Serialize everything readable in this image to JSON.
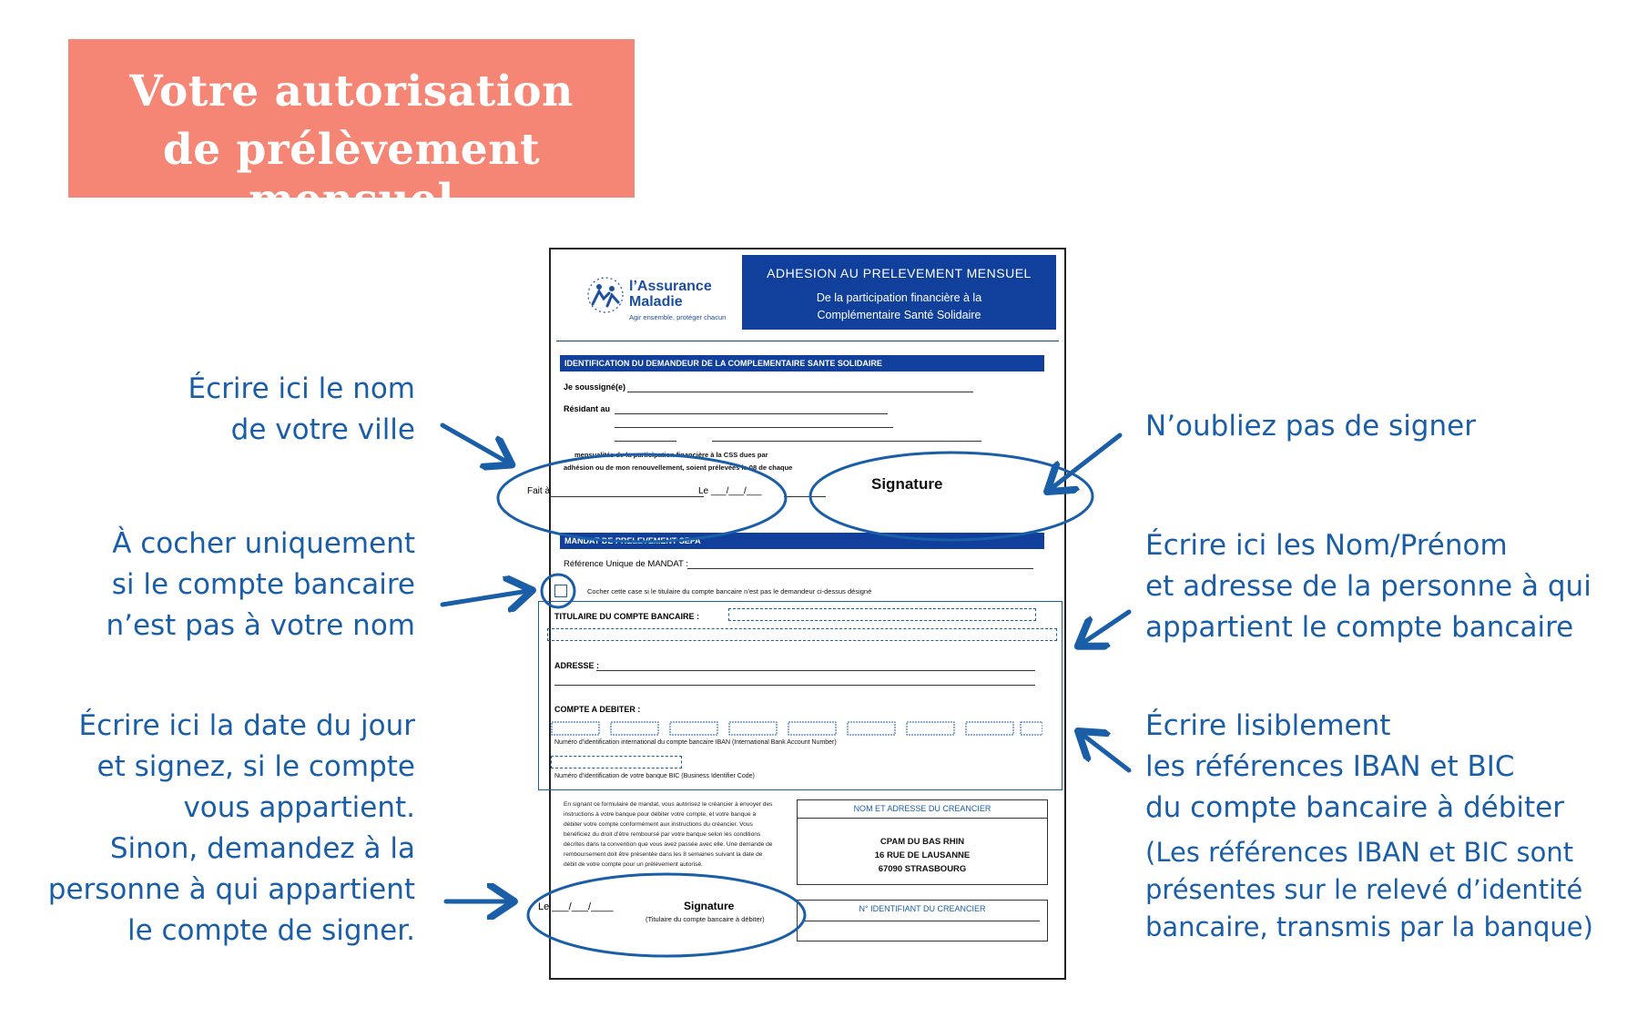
{
  "title": {
    "line1": "Votre autorisation",
    "line2": "de prélèvement mensuel"
  },
  "left_notes": {
    "ville": [
      "Écrire ici le nom",
      "de votre ville"
    ],
    "cocher": [
      "À cocher uniquement",
      "si le compte bancaire",
      "n’est pas à votre nom"
    ],
    "date": [
      "Écrire ici la date du jour",
      "et signez, si le compte",
      "vous appartient.",
      "Sinon, demandez à la",
      "personne à qui appartient",
      "le compte de signer."
    ]
  },
  "right_notes": {
    "signer": "N’oubliez pas de signer",
    "titulaire": [
      "Écrire ici les Nom/Prénom",
      "et adresse de la personne à qui",
      "appartient le compte bancaire"
    ],
    "iban": [
      "Écrire lisiblement",
      "les références IBAN et BIC",
      "du compte bancaire à débiter"
    ],
    "iban_sub": [
      "(Les références IBAN et BIC sont",
      "présentes sur le relevé d’identité",
      "bancaire, transmis par la banque)"
    ]
  },
  "colors": {
    "accent": "#1a5ea8",
    "title_bg": "#f58675",
    "form_blue": "#103f9c"
  },
  "form": {
    "logo": {
      "name1": "l’Assurance",
      "name2": "Maladie",
      "tagline": "Agir ensemble, protéger chacun",
      "icon": "assurance-maladie-logo-icon"
    },
    "header_title": "ADHESION AU PRELEVEMENT MENSUEL",
    "header_sub1": "De la participation financière à la",
    "header_sub2": "Complémentaire Santé Solidaire",
    "section1": "IDENTIFICATION DU DEMANDEUR DE LA COMPLEMENTAIRE SANTE SOLIDAIRE",
    "soussigne": "Je soussigné(e)",
    "resident": "Résidant au",
    "mensualites1": "mensualités de la participation financière à la CSS dues par",
    "mensualites2": "adhésion ou de mon renouvellement, soient prélevées le 08 de chaque",
    "fait_a": "Fait à",
    "le": "Le ___/___/___",
    "signature": "Signature",
    "section2": "MANDAT DE PRELEVEMENT SEPA",
    "rum": "Référence Unique de MANDAT :",
    "cocher_text": "Cocher cette case si le titulaire du compte bancaire n’est pas le demandeur ci-dessus désigné",
    "titulaire": "TITULAIRE DU COMPTE BANCAIRE :",
    "adresse": "ADRESSE :",
    "compte": "COMPTE A DEBITER :",
    "iban_caption": "Numéro d’identification international du compte bancaire IBAN (International Bank Account Number)",
    "bic_caption": "Numéro d’identification de votre banque BIC (Business Identifier Code)",
    "mandat_text": [
      "En signant ce formulaire de mandat, vous autorisez le créancier à envoyer des",
      "instructions à votre banque pour débiter votre compte, et votre banque à",
      "débiter votre compte conformément aux instructions du créancier. Vous",
      "bénéficiez du droit d’être remboursé par votre banque selon les conditions",
      "décrites dans la convention que vous avez passée avec elle. Une demande de",
      "remboursement doit être présentée dans les 8 semaines suivant la date de",
      "débit de votre compte pour un prélèvement autorisé."
    ],
    "creancier_title": "NOM ET ADRESSE DU CREANCIER",
    "creancier_addr": [
      "CPAM DU BAS RHIN",
      "16 RUE DE LAUSANNE",
      "67090 STRASBOURG"
    ],
    "le2": "Le ___/___/____",
    "signature2": "Signature",
    "signature2_sub": "(Titulaire du compte bancaire à débiter)",
    "ics": "N° IDENTIFIANT DU CREANCIER"
  }
}
